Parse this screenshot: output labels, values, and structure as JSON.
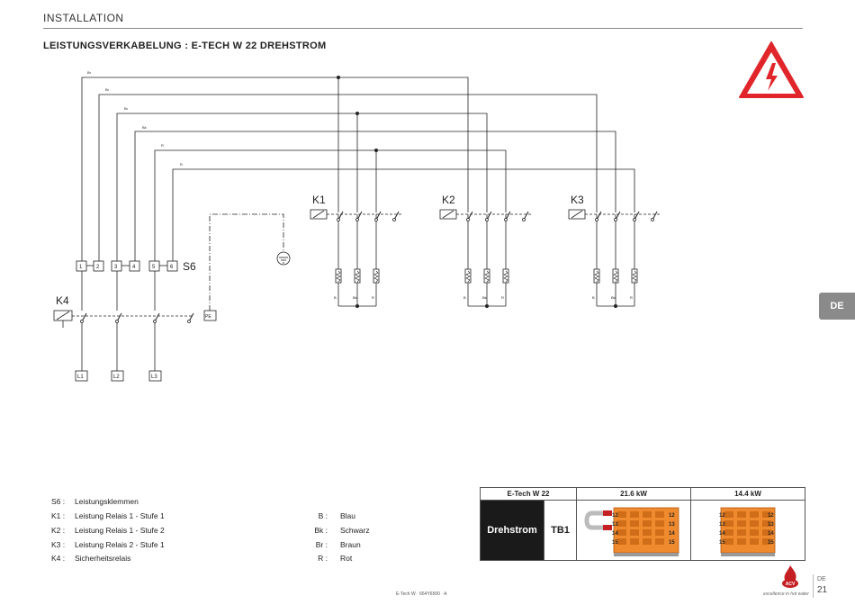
{
  "header": {
    "section": "INSTALLATION",
    "title": "LEISTUNGSVERKABELUNG : E-TECH W 22 DREHSTROM"
  },
  "diagram": {
    "wire_color_labels": [
      "Br",
      "Br",
      "Br",
      "Bk",
      "R",
      "R"
    ],
    "contact_labels": [
      "B",
      "Bk",
      "R"
    ],
    "relays": [
      "K1",
      "K2",
      "K3",
      "K4"
    ],
    "terminal_block": "S6",
    "terminals": [
      "1",
      "2",
      "3",
      "4",
      "5",
      "6"
    ],
    "pe": "PE",
    "lines": [
      "L1",
      "L2",
      "L3"
    ]
  },
  "legend_left": [
    {
      "code": "S6 :",
      "text": "Leistungsklemmen"
    },
    {
      "code": "K1 :",
      "text": "Leistung Relais 1 - Stufe 1"
    },
    {
      "code": "K2 :",
      "text": "Leistung Relais 1 - Stufe 2"
    },
    {
      "code": "K3 :",
      "text": "Leistung Relais 2 - Stufe 1"
    },
    {
      "code": "K4 :",
      "text": "Sicherheitsrelais"
    }
  ],
  "legend_right": [
    {
      "code": "B :",
      "text": "Blau"
    },
    {
      "code": "Bk :",
      "text": "Schwarz"
    },
    {
      "code": "Br :",
      "text": "Braun"
    },
    {
      "code": "R :",
      "text": "Rot"
    }
  ],
  "spec_table": {
    "model": "E-Tech W 22",
    "power_a": "21.6 kW",
    "power_b": "14.4 kW",
    "type": "Drehstrom",
    "tb": "TB1",
    "terminal_labels": [
      "12",
      "13",
      "14",
      "15"
    ]
  },
  "side_tab": "DE",
  "footer": {
    "doc": "E-Tech W · 664Y6500 · A",
    "lang": "DE",
    "page": "21",
    "slogan": "excellence in hot water",
    "logo_text": "ACV"
  },
  "colors": {
    "warning_red": "#e0262b",
    "cell_dark": "#1a1a1a",
    "terminal_orange": "#f08a2e",
    "tab_gray": "#8a8a8a"
  },
  "icons": [
    "high-voltage-warning-icon",
    "ground-icon",
    "acv-logo-icon"
  ]
}
